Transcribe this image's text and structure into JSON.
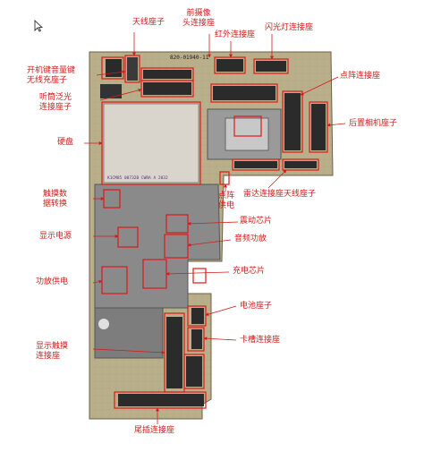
{
  "board_code": "820-01940-11",
  "chip_marking": "K1CM85 00732B CWRA A 2032",
  "colors": {
    "label": "#d21c1c",
    "board": "#b9ae8a",
    "chip": "#d9d4cc",
    "box": "#e01818"
  },
  "labels": {
    "antenna_top": "天线座子",
    "front_camera": "前摄像\n头连接座",
    "infrared": "红外连接座",
    "flash": "闪光灯连接座",
    "power_button": "开机键音量键\n无线充座子",
    "earpiece": "听筒泛光\n连接座子",
    "dot_matrix": "点阵连接座",
    "rear_camera": "后置相机座子",
    "hard_disk": "硬盘",
    "touch_data": "触摸数\n据转换",
    "dot_power": "点阵\n供电",
    "radar": "雷达连接座天线座子",
    "vibration_chip": "震动芯片",
    "display_power": "显示电源",
    "audio_amp": "音频功放",
    "pa_power": "功放供电",
    "charge_chip": "充电芯片",
    "battery": "电池座子",
    "sim": "卡槽连接座",
    "display_touch": "显示触摸\n连接座",
    "tail": "尾插连接座"
  }
}
